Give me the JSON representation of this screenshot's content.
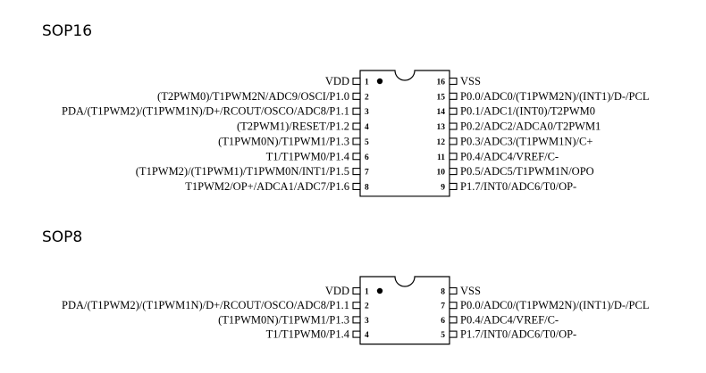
{
  "packages": [
    {
      "name": "SOP16",
      "left_pins": [
        {
          "num": "1",
          "label": "VDD"
        },
        {
          "num": "2",
          "label": "(T2PWM0)/T1PWM2N/ADC9/OSCI/P1.0"
        },
        {
          "num": "3",
          "label": "PDA/(T1PWM2)/(T1PWM1N)/D+/RCOUT/OSCO/ADC8/P1.1"
        },
        {
          "num": "4",
          "label": "(T2PWM1)/RESET/P1.2"
        },
        {
          "num": "5",
          "label": "(T1PWM0N)/T1PWM1/P1.3"
        },
        {
          "num": "6",
          "label": "T1/T1PWM0/P1.4"
        },
        {
          "num": "7",
          "label": "(T1PWM2)/(T1PWM1)/T1PWM0N/INT1/P1.5"
        },
        {
          "num": "8",
          "label": "T1PWM2/OP+/ADCA1/ADC7/P1.6"
        }
      ],
      "right_pins": [
        {
          "num": "16",
          "label": "VSS"
        },
        {
          "num": "15",
          "label": "P0.0/ADC0/(T1PWM2N)/(INT1)/D-/PCL"
        },
        {
          "num": "14",
          "label": "P0.1/ADC1/(INT0)/T2PWM0"
        },
        {
          "num": "13",
          "label": "P0.2/ADC2/ADCA0/T2PWM1"
        },
        {
          "num": "12",
          "label": "P0.3/ADC3/(T1PWM1N)/C+"
        },
        {
          "num": "11",
          "label": "P0.4/ADC4/VREF/C-"
        },
        {
          "num": "10",
          "label": "P0.5/ADC5/T1PWM1N/OPO"
        },
        {
          "num": "9",
          "label": "P1.7/INT0/ADC6/T0/OP-"
        }
      ]
    },
    {
      "name": "SOP8",
      "left_pins": [
        {
          "num": "1",
          "label": "VDD"
        },
        {
          "num": "2",
          "label": "PDA/(T1PWM2)/(T1PWM1N)/D+/RCOUT/OSCO/ADC8/P1.1"
        },
        {
          "num": "3",
          "label": "(T1PWM0N)/T1PWM1/P1.3"
        },
        {
          "num": "4",
          "label": "T1/T1PWM0/P1.4"
        }
      ],
      "right_pins": [
        {
          "num": "8",
          "label": "VSS"
        },
        {
          "num": "7",
          "label": "P0.0/ADC0/(T1PWM2N)/(INT1)/D-/PCL"
        },
        {
          "num": "6",
          "label": "P0.4/ADC4/VREF/C-"
        },
        {
          "num": "5",
          "label": "P1.7/INT0/ADC6/T0/OP-"
        }
      ]
    }
  ]
}
